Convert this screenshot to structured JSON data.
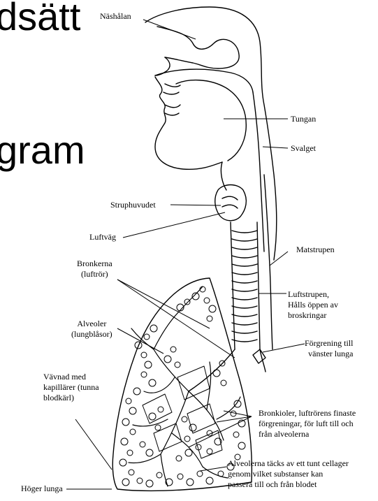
{
  "slide": {
    "title_fragment_top": "dsätt",
    "title_fragment_mid": "gram"
  },
  "labels": {
    "nashalan": "Näshålan",
    "tungan": "Tungan",
    "svalget": "Svalget",
    "struphuvudet": "Struphuvudet",
    "luftvag": "Luftväg",
    "matstrupen": "Matstrupen",
    "bronkerna": "Bronkerna\n(luftrör)",
    "luftstrupen": "Luftstrupen,\nHålls öppen av\nbroskringar",
    "alveoler": "Alveoler\n(lungblåsor)",
    "forgrening": "Förgrening till\nvänster lunga",
    "vavnad": "Vävnad med\nkapillärer (tunna\nblodkärl)",
    "bronkioler": "Bronkioler, luftrörens finaste\nförgreningar, för luft till och\nfrån alveolerna",
    "alveolerna_tacks": "Alveolerna täcks av ett tunt cellager\ngenom vilket substanser kan\npassera till och från blodet",
    "hoger_lunga": "Höger lunga"
  }
}
